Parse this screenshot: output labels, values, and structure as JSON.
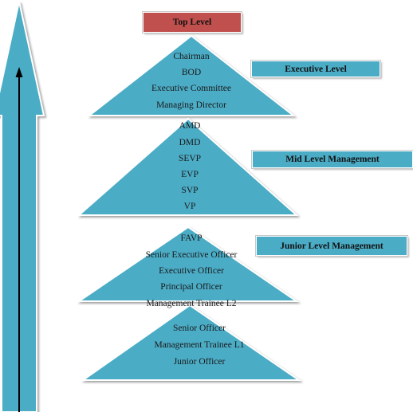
{
  "top_label": "Top Level",
  "colors": {
    "accent": "#4bacc6",
    "top": "#c0504d",
    "arrow_line": "#000000"
  },
  "tiers": [
    {
      "items": [
        "Chairman",
        "BOD",
        "Executive Committee",
        "Managing Director"
      ],
      "level_label": "Executive Level"
    },
    {
      "items": [
        "AMD",
        "DMD",
        "SEVP",
        "EVP",
        "SVP",
        "VP"
      ],
      "level_label": "Mid Level Management"
    },
    {
      "items": [
        "FAVP",
        "Senior Executive Officer",
        "Executive Officer",
        "Principal Officer",
        "Management Trainee L2"
      ],
      "level_label": "Junior Level Management"
    },
    {
      "items": [
        "Senior Officer",
        "Management Trainee L1",
        "Junior Officer"
      ]
    }
  ]
}
